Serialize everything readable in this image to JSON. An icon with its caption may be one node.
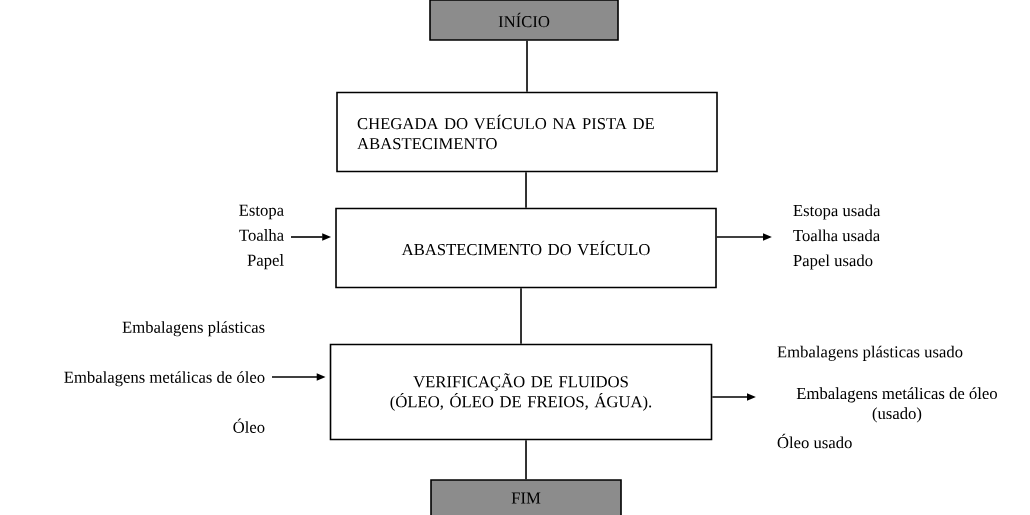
{
  "diagram": {
    "nodes": [
      {
        "text": [
          "INÍCIO"
        ]
      },
      {
        "text": [
          "CHEGADA DO VEÍCULO NA PISTA DE ABASTECIMENTO"
        ]
      },
      {
        "text": [
          "ABASTECIMENTO DO VEÍCULO"
        ]
      },
      {
        "text": [
          "VERIFICAÇÃO DE FLUIDOS (ÓLEO, ÓLEO DE FREIOS, ÁGUA)."
        ]
      },
      {
        "text": [
          "FIM"
        ]
      },
      {
        "text": [
          "Estopa",
          "Toalha",
          "Papel"
        ]
      },
      {
        "text": [
          "Estopa usada",
          "Toalha usada",
          "Papel usado"
        ]
      },
      {
        "text": [
          "Embalagens plásticas",
          "Embalagens metálicas de óleo",
          "Óleo"
        ]
      },
      {
        "text": [
          "Embalagens plásticas usado",
          "Embalagens metálicas de óleo (usado)",
          "Óleo usado"
        ]
      }
    ],
    "edges": [
      {
        "from": 0,
        "to": 1,
        "arrow": "none"
      },
      {
        "from": 1,
        "to": 2,
        "arrow": "none"
      },
      {
        "from": 2,
        "to": 3,
        "arrow": "none"
      },
      {
        "from": 3,
        "to": 4,
        "arrow": "none"
      },
      {
        "from": 5,
        "to": 2,
        "arrow": "to"
      },
      {
        "from": 2,
        "to": 6,
        "arrow": "to"
      },
      {
        "from": 7,
        "to": 3,
        "arrow": "to"
      },
      {
        "from": 3,
        "to": 8,
        "arrow": "to"
      }
    ]
  }
}
